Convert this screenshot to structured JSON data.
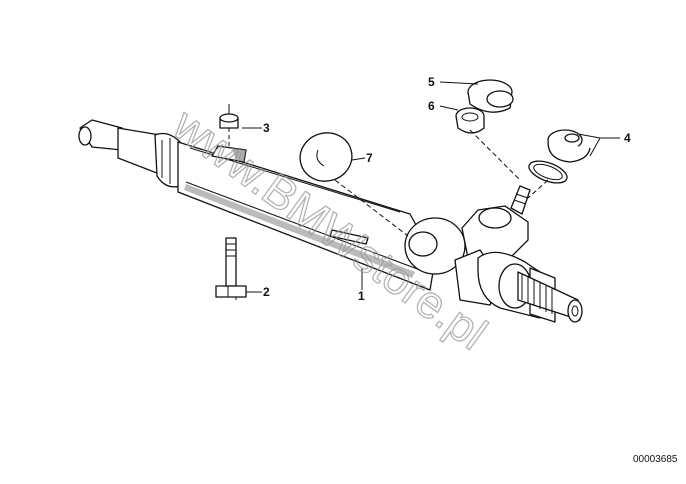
{
  "watermark": "www.BMWstore.pl",
  "document_number": "00003685",
  "callouts": [
    {
      "id": "1",
      "label": "1"
    },
    {
      "id": "2",
      "label": "2"
    },
    {
      "id": "3",
      "label": "3"
    },
    {
      "id": "4",
      "label": "4"
    },
    {
      "id": "5",
      "label": "5"
    },
    {
      "id": "6",
      "label": "6"
    },
    {
      "id": "7",
      "label": "7"
    }
  ]
}
